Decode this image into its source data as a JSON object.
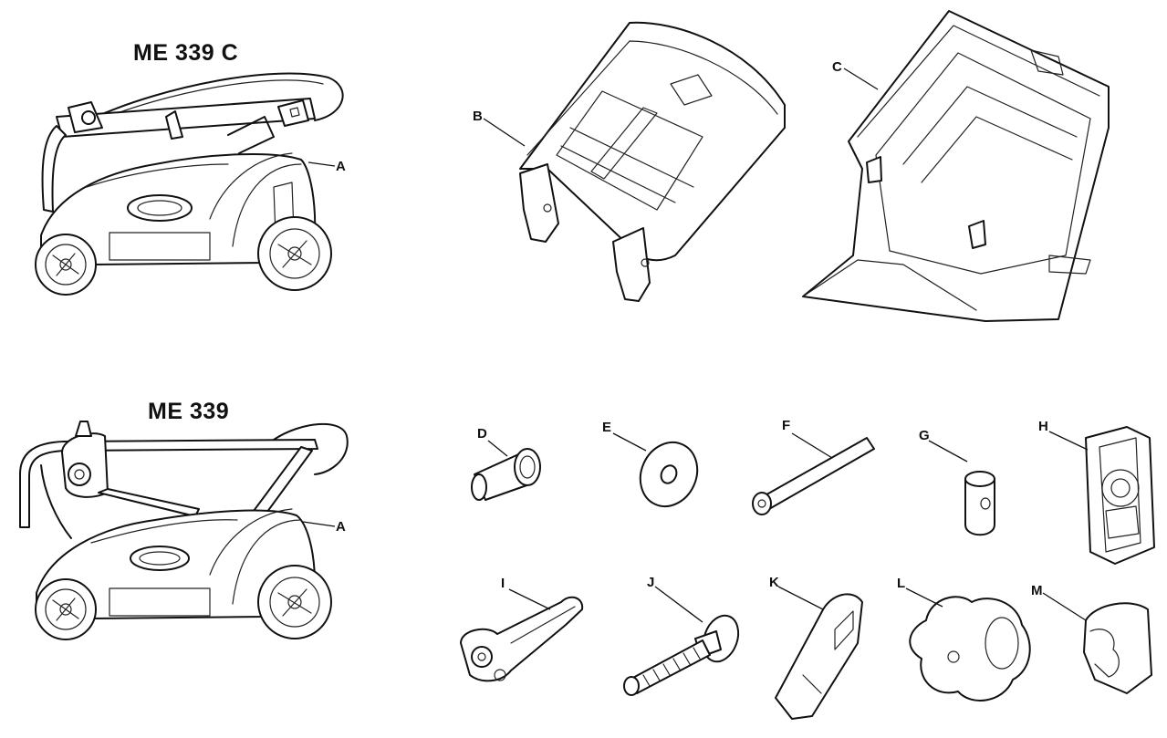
{
  "models": {
    "top": "ME 339 C",
    "bottom": "ME 339"
  },
  "callouts": {
    "A_top": "A",
    "A_bottom": "A",
    "B": "B",
    "C": "C",
    "D": "D",
    "E": "E",
    "F": "F",
    "G": "G",
    "H": "H",
    "I": "I",
    "J": "J",
    "K": "K",
    "L": "L",
    "M": "M"
  }
}
